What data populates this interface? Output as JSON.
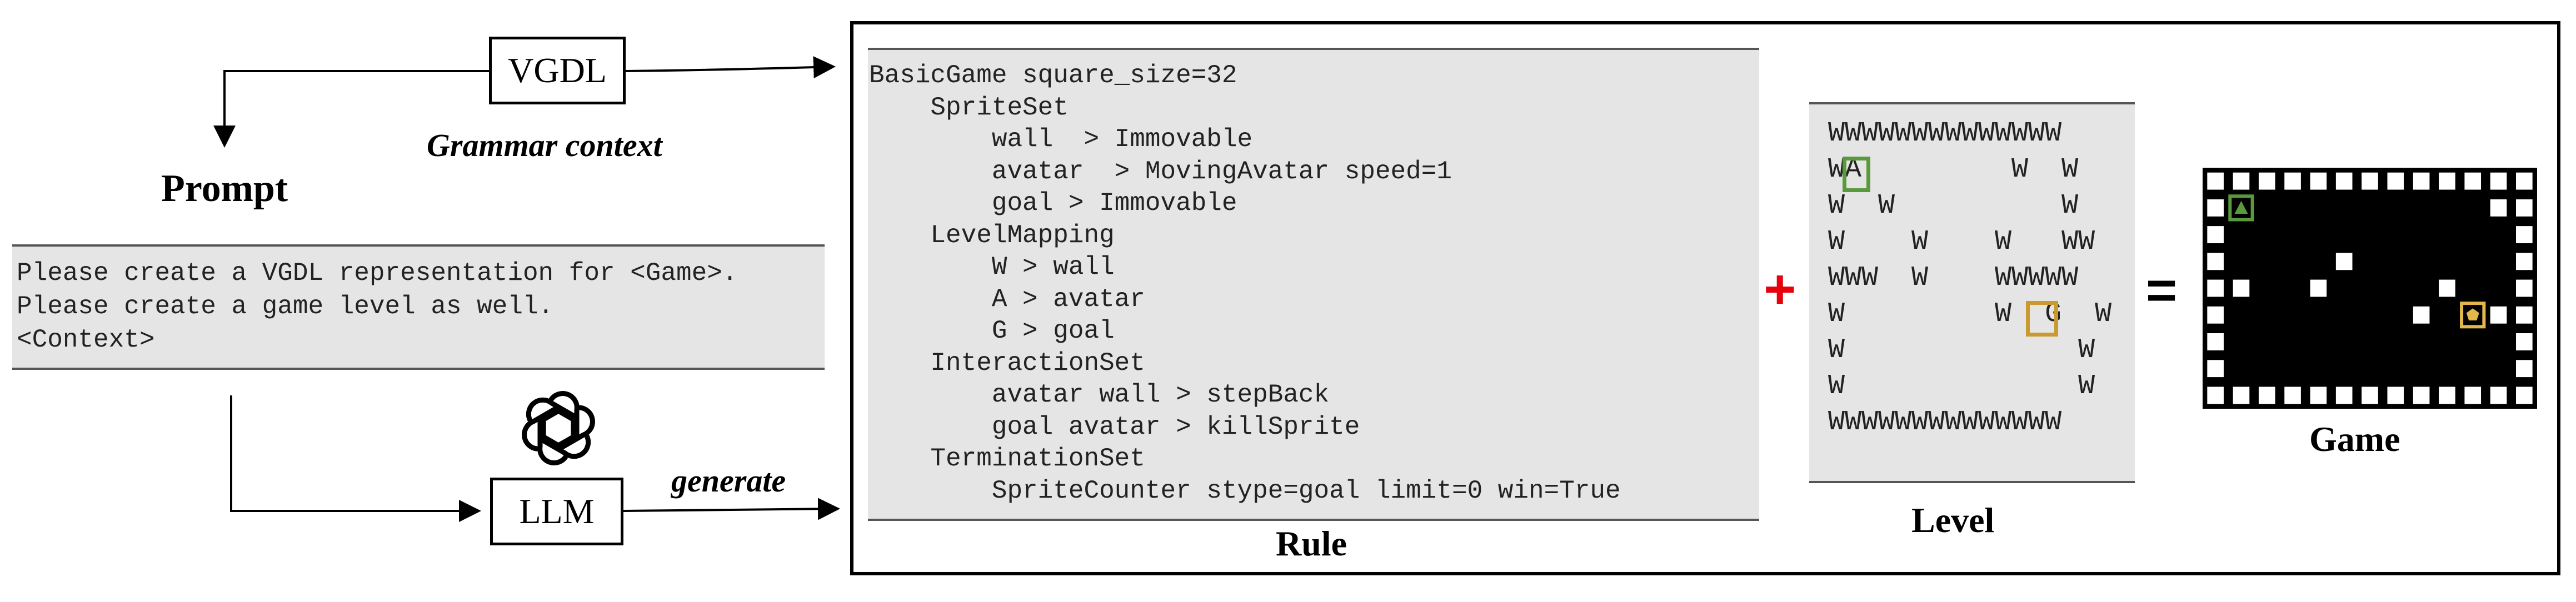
{
  "left": {
    "vgdl_box": "VGDL",
    "grammar_context": "Grammar context",
    "prompt_title": "Prompt",
    "prompt_lines": [
      "Please create a VGDL representation for <Game>.",
      "Please create a game level as well.",
      "<Context>"
    ],
    "llm_box": "LLM",
    "generate": "generate",
    "logo_icon": "openai-logo-icon"
  },
  "rule": {
    "lines": [
      "BasicGame square_size=32",
      "    SpriteSet",
      "        wall  > Immovable",
      "        avatar  > MovingAvatar speed=1",
      "        goal > Immovable",
      "    LevelMapping",
      "        W > wall",
      "        A > avatar",
      "        G > goal",
      "    InteractionSet",
      "        avatar wall > stepBack",
      "        goal avatar > killSprite",
      "    TerminationSet",
      "        SpriteCounter stype=goal limit=0 win=True"
    ],
    "label": "Rule"
  },
  "level": {
    "rows": [
      "WWWWWWWWWWWWWW",
      "WA         W  W",
      "W  W          W",
      "W    W    W   WW",
      "WWW  W    WWWWW",
      "W         W  G  W",
      "W              W",
      "W              W",
      "WWWWWWWWWWWWWW"
    ],
    "label": "Level",
    "avatar_highlight_color": "#5a9a3c",
    "goal_highlight_color": "#c99a2e"
  },
  "operators": {
    "plus": "+",
    "equals": "="
  },
  "game": {
    "label": "Game",
    "cols": 13,
    "rows": 9,
    "grid": [
      "WWWWWWWWWWWWW",
      "WA.........WW",
      "W...........W",
      "W....W......W",
      "WW..W....W..W",
      "W.......W.GWW",
      "W...........W",
      "W...........W",
      "WWWWWWWWWWWWW"
    ],
    "colors": {
      "background": "#000000",
      "wall": "#ffffff",
      "avatar": "#5a9a3c",
      "goal": "#e2b84a"
    }
  }
}
